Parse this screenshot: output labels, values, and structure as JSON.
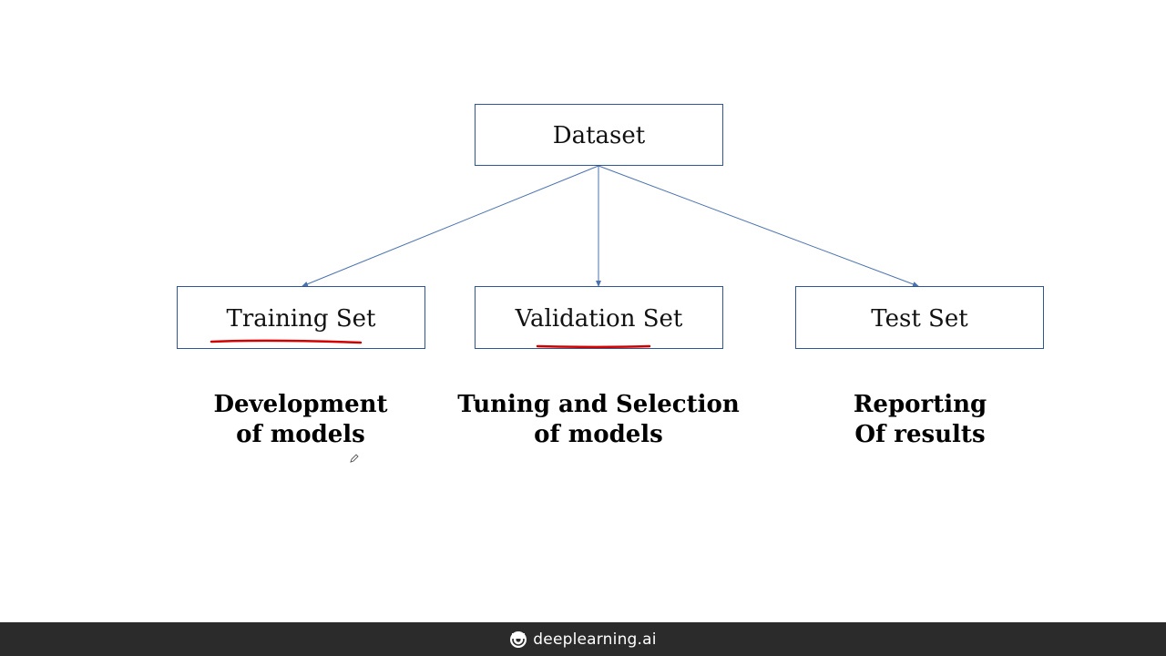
{
  "diagram": {
    "root": {
      "label": "Dataset"
    },
    "splits": [
      {
        "label": "Training Set",
        "purpose_line1": "Development",
        "purpose_line2": "of models",
        "underlined": true
      },
      {
        "label": "Validation Set",
        "purpose_line1": "Tuning and Selection",
        "purpose_line2": "of models",
        "underlined": true
      },
      {
        "label": "Test Set",
        "purpose_line1": "Reporting",
        "purpose_line2": "Of results",
        "underlined": false
      }
    ]
  },
  "colors": {
    "box_border": "#2f5597",
    "connector": "#4a72b0",
    "annotation_underline": "#d40000",
    "footer_bg": "#2b2b2b"
  },
  "footer": {
    "brand": "deeplearning.ai",
    "icon": "deeplearning-logo-icon"
  }
}
